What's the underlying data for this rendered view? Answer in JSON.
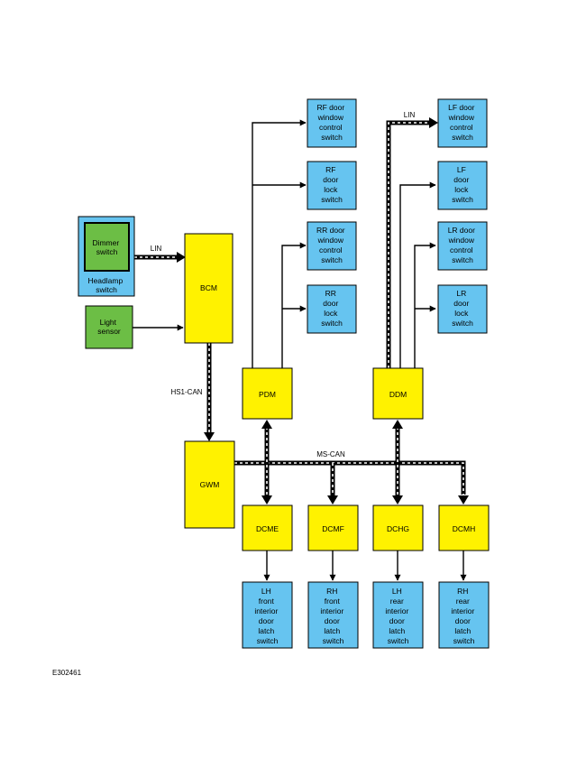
{
  "figure_id": "E302461",
  "bus_labels": {
    "lin_left": "LIN",
    "lin_right": "LIN",
    "hs1_can": "HS1-CAN",
    "ms_can": "MS-CAN"
  },
  "colors": {
    "module_yellow": "#fff200",
    "switch_blue": "#66c4f0",
    "sensor_green": "#6cbe45",
    "line": "#000000"
  },
  "modules": {
    "bcm": "BCM",
    "gwm": "GWM",
    "pdm": "PDM",
    "ddm": "DDM",
    "dcme": "DCME",
    "dcmf": "DCMF",
    "dchg": "DCHG",
    "dcmh": "DCMH"
  },
  "left_inputs": {
    "dimmer": [
      "Dimmer",
      "switch"
    ],
    "headlamp": [
      "Headlamp",
      "switch"
    ],
    "light_sensor": [
      "Light",
      "sensor"
    ]
  },
  "passenger_switches": {
    "rf_window": [
      "RF door",
      "window",
      "control",
      "switch"
    ],
    "rf_lock": [
      "RF",
      "door",
      "lock",
      "switch"
    ],
    "rr_window": [
      "RR door",
      "window",
      "control",
      "switch"
    ],
    "rr_lock": [
      "RR",
      "door",
      "lock",
      "switch"
    ]
  },
  "driver_switches": {
    "lf_window": [
      "LF door",
      "window",
      "control",
      "switch"
    ],
    "lf_lock": [
      "LF",
      "door",
      "lock",
      "switch"
    ],
    "lr_window": [
      "LR door",
      "window",
      "control",
      "switch"
    ],
    "lr_lock": [
      "LR",
      "door",
      "lock",
      "switch"
    ]
  },
  "latch_switches": {
    "lh_front": [
      "LH",
      "front",
      "interior",
      "door",
      "latch",
      "switch"
    ],
    "rh_front": [
      "RH",
      "front",
      "interior",
      "door",
      "latch",
      "switch"
    ],
    "lh_rear": [
      "LH",
      "rear",
      "interior",
      "door",
      "latch",
      "switch"
    ],
    "rh_rear": [
      "RH",
      "rear",
      "interior",
      "door",
      "latch",
      "switch"
    ]
  }
}
